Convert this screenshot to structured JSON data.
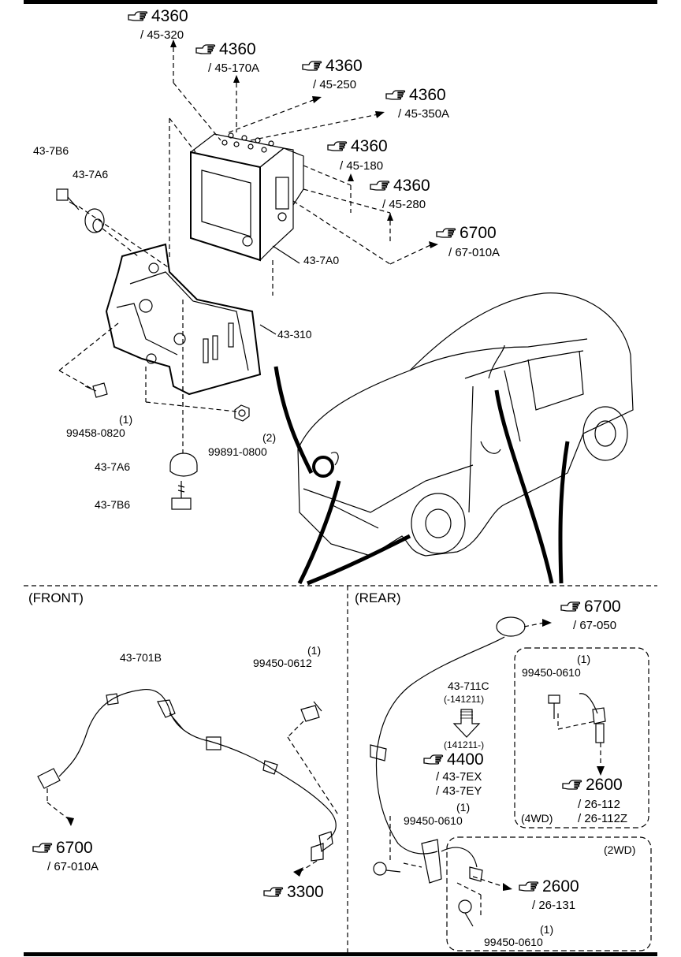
{
  "sections": {
    "front": "(FRONT)",
    "rear": "(REAR)",
    "fourwd": "(4WD)",
    "twowd": "(2WD)"
  },
  "refs": [
    {
      "num": "4360",
      "sub": "/ 45-320"
    },
    {
      "num": "4360",
      "sub": "/ 45-170A"
    },
    {
      "num": "4360",
      "sub": "/ 45-250"
    },
    {
      "num": "4360",
      "sub": "/ 45-350A"
    },
    {
      "num": "4360",
      "sub": "/ 45-180"
    },
    {
      "num": "4360",
      "sub": "/ 45-280"
    },
    {
      "num": "6700",
      "sub": "/ 67-010A"
    },
    {
      "num": "6700",
      "sub": "/ 67-010A"
    },
    {
      "num": "3300",
      "sub": ""
    },
    {
      "num": "6700",
      "sub": "/ 67-050"
    },
    {
      "num": "4400",
      "sub": "/ 43-7EX"
    },
    {
      "num": "2600",
      "sub": "/ 26-112"
    },
    {
      "num": "2600",
      "sub": "/ 26-131"
    }
  ],
  "ref_extra": {
    "r4400_line2": "/ 43-7EY",
    "r2600_line2": "/ 26-112Z"
  },
  "parts": {
    "p437b6_top": "43-7B6",
    "p437a6_top": "43-7A6",
    "p437a0": "43-7A0",
    "p43310": "43-310",
    "p99458": "99458-0820",
    "p99458_qty": "(1)",
    "p99891": "99891-0800",
    "p99891_qty": "(2)",
    "p437a6_bot": "43-7A6",
    "p437b6_bot": "43-7B6",
    "p43701b": "43-701B",
    "p99450_0612": "99450-0612",
    "p99450_0612_qty": "(1)",
    "p43711c": "43-711C",
    "p43711c_range1": "(-141211)",
    "p43711c_range2": "(141211-)",
    "p99450_4wd": "99450-0610",
    "p99450_4wd_qty": "(1)",
    "p99450_rear": "99450-0610",
    "p99450_rear_qty": "(1)",
    "p99450_2wd": "99450-0610",
    "p99450_2wd_qty": "(1)"
  },
  "icons": {
    "reference": "pointing-hand-icon"
  }
}
